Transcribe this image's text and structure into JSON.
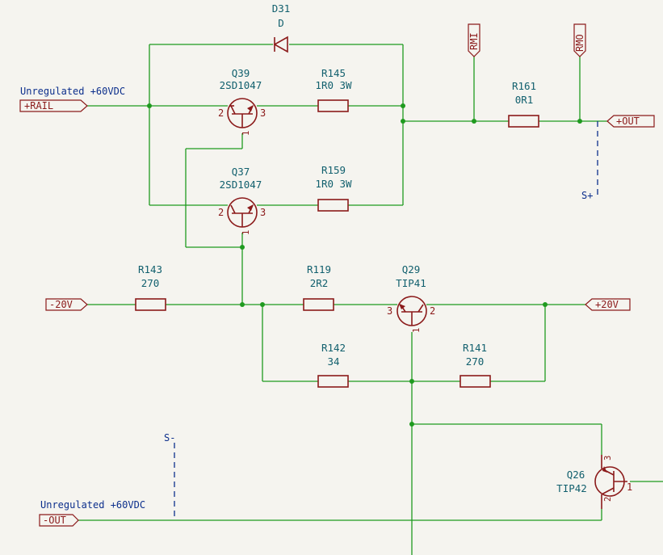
{
  "components": {
    "d31": {
      "ref": "D31",
      "value": "D"
    },
    "q39": {
      "ref": "Q39",
      "value": "2SD1047",
      "pins": [
        "2",
        "3",
        "1"
      ]
    },
    "q37": {
      "ref": "Q37",
      "value": "2SD1047",
      "pins": [
        "2",
        "3",
        "1"
      ]
    },
    "q29": {
      "ref": "Q29",
      "value": "TIP41",
      "pins": [
        "3",
        "2",
        "1"
      ]
    },
    "q26": {
      "ref": "Q26",
      "value": "TIP42",
      "pins": [
        "3",
        "1",
        "2"
      ]
    },
    "r145": {
      "ref": "R145",
      "value": "1R0 3W"
    },
    "r159": {
      "ref": "R159",
      "value": "1R0 3W"
    },
    "r161": {
      "ref": "R161",
      "value": "0R1"
    },
    "r143": {
      "ref": "R143",
      "value": "270"
    },
    "r119": {
      "ref": "R119",
      "value": "2R2"
    },
    "r142": {
      "ref": "R142",
      "value": "34"
    },
    "r141": {
      "ref": "R141",
      "value": "270"
    }
  },
  "labels": {
    "rail": "+RAIL",
    "out_pos": "+OUT",
    "out_neg": "-OUT",
    "neg20": "-20V",
    "pos20": "+20V",
    "rmi": "RMI",
    "rmo": "RMO"
  },
  "notes": {
    "rail_note": "Unregulated +60VDC",
    "out_neg_note": "Unregulated +60VDC",
    "s_plus": "S+",
    "s_minus": "S-"
  }
}
